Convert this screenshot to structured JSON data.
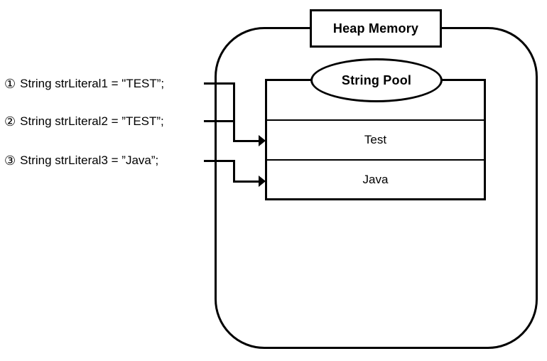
{
  "diagram": {
    "title_box": {
      "label": "Heap Memory"
    },
    "string_pool": {
      "label": "String Pool",
      "entries": [
        {
          "value": ""
        },
        {
          "value": "Test"
        },
        {
          "value": "Java"
        }
      ]
    },
    "code_lines": [
      {
        "num": "①",
        "code": "String strLiteral1 = \"TEST”;"
      },
      {
        "num": "②",
        "code": "String strLiteral2 = ”TEST”;"
      },
      {
        "num": "③",
        "code": "String strLiteral3 = ”Java”;"
      }
    ],
    "colors": {
      "stroke": "#000000",
      "background": "#ffffff"
    }
  }
}
